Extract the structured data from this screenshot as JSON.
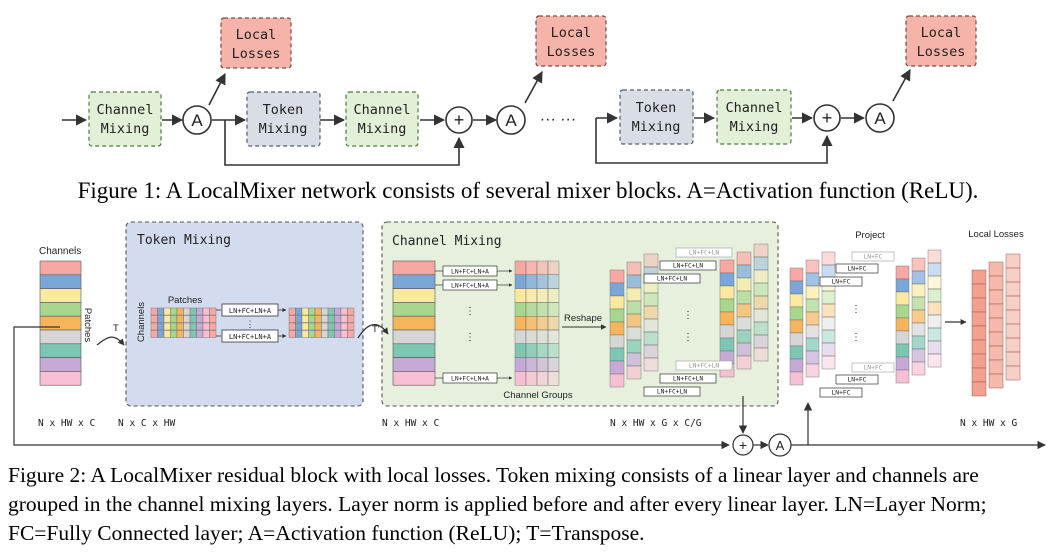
{
  "fig1": {
    "local_losses_label_l1": "Local",
    "local_losses_label_l2": "Losses",
    "channel_l1": "Channel",
    "channel_l2": "Mixing",
    "token_l1": "Token",
    "token_l2": "Mixing",
    "activation": "A",
    "plus": "+",
    "ellipsis": "···  ···"
  },
  "caption1": "Figure 1: A LocalMixer network consists of several mixer blocks. A=Activation function (ReLU).",
  "fig2": {
    "channels_label": "Channels",
    "patches_vertical": "Patches",
    "transpose": "T",
    "transpose_prime": "T'",
    "token_mixing_title": "Token Mixing",
    "token_channels_label": "Channels",
    "token_patches_label": "Patches",
    "ln_fc_ln_a": "LN+FC+LN+A",
    "ln_fc_ln": "LN+FC+LN",
    "ln_fc": "LN+FC",
    "channel_mixing_title": "Channel Mixing",
    "reshape_label": "Reshape",
    "channel_groups_label": "Channel Groups",
    "project_label": "Project",
    "local_losses_label": "Local Losses",
    "dim_nhwc": "N x HW x C",
    "dim_nchw": "N x C x HW",
    "dim_nhwc2": "N x HW x C",
    "dim_nhwgcg": "N x HW x G x C/G",
    "dim_nhwg": "N x HW x G",
    "plus": "+",
    "activation": "A",
    "vdots": "⋮"
  },
  "caption2": "Figure 2: A LocalMixer residual block with local losses. Token mixing consists of a linear layer and channels are grouped in the channel mixing layers. Layer norm is applied before and after every linear layer. LN=Layer Norm; FC=Fully Connected layer; A=Activation function (ReLU); T=Transpose.",
  "colors": {
    "local_losses_fill": "#f6b3a9",
    "channel_fill": "#e3f0d8",
    "channel_stroke": "#4f7a3a",
    "token_fill": "#d9dde6",
    "token_panel_fill": "#d3dbef",
    "channel_panel_fill": "#e6f0dd",
    "stripes": [
      "#f8a8a2",
      "#7aa7d8",
      "#fbe9a0",
      "#a8d68c",
      "#f6b45c",
      "#d6d6d6",
      "#7cc6b2",
      "#c6a9d6",
      "#f6c0d2"
    ]
  }
}
